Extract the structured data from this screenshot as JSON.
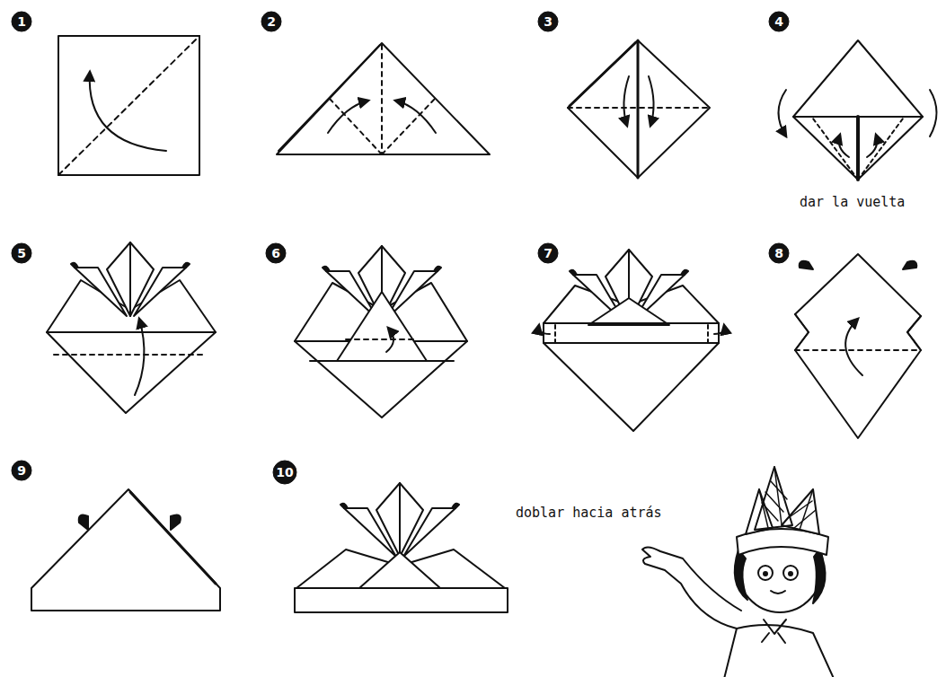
{
  "diagram": {
    "nodes": [
      {
        "text": [
          "1"
        ]
      },
      {
        "text": [
          "2"
        ]
      },
      {
        "text": [
          "3"
        ]
      },
      {
        "text": [
          "4"
        ]
      },
      {
        "text": [
          "5"
        ]
      },
      {
        "text": [
          "6"
        ]
      },
      {
        "text": [
          "7"
        ]
      },
      {
        "text": [
          "8"
        ]
      },
      {
        "text": [
          "9"
        ]
      },
      {
        "text": [
          "10"
        ]
      }
    ],
    "labels": [
      "dar la vuelta",
      "doblar hacia atrás"
    ]
  }
}
